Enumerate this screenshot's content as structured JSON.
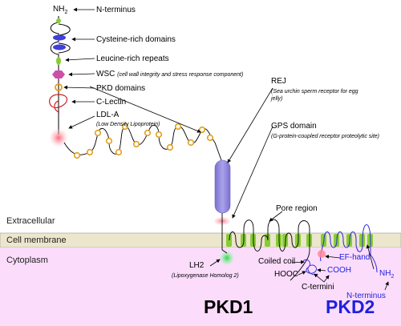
{
  "regions": {
    "extracellular": "Extracellular",
    "membrane": "Cell membrane",
    "cytoplasm": "Cytoplasm"
  },
  "labels": {
    "n_terminus": "N-terminus",
    "nh2_top_main": "NH",
    "nh2_top_sub": "2",
    "cysteine": "Cysteine-rich domains",
    "leucine": "Leucine-rich repeats",
    "wsc": "WSC",
    "wsc_desc": "(cell wall integrity and stress response component)",
    "pkd_domains": "PKD domains",
    "c_lectin": "C-Lectin",
    "ldl_a": "LDL-A",
    "ldl_a_desc": "(Low Density Lipoprotein)",
    "rej": "REJ",
    "rej_desc": "(Sea urchin sperm receptor for egg jelly)",
    "gps": "GPS domain",
    "gps_desc": "(G-protein-coupled receptor proteolytic site)",
    "pore": "Pore region",
    "lh2": "LH2",
    "lh2_desc": "(Lipoxygenase Homolog 2)",
    "coiled_coil": "Coiled coil",
    "hooc": "HOOC",
    "cooh": "COOH",
    "c_termini": "C-termini",
    "ef_hand": "EF-hand",
    "nh2_bottom_main": "NH",
    "nh2_bottom_sub": "2",
    "n_terminus_pkd2": "N-terminus",
    "pkd1": "PKD1",
    "pkd2": "PKD2"
  },
  "colors": {
    "membrane": "#ece6cc",
    "cytoplasm": "#fbdcfb",
    "helix_green": "#88cc33",
    "pkd_yellow": "#f0c040",
    "rej_purple": "#8f86d8",
    "wsc_magenta": "#cc4fa8",
    "lectin_red": "#cc2222",
    "ldl_pink": "#ff8899",
    "pkd2_blue": "#1f1fdd",
    "lh2_green": "#33dd55"
  }
}
